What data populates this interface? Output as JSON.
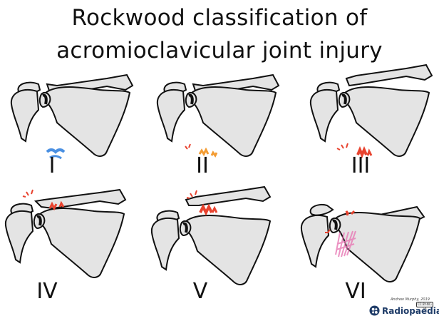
{
  "title": {
    "line1": "Rockwood classification of",
    "line2": "acromioclavicular joint injury"
  },
  "grades": [
    {
      "label": "I",
      "injury_color": "#4a90e2"
    },
    {
      "label": "II",
      "injury_color": "#f39c33"
    },
    {
      "label": "III",
      "injury_color": "#e8432f"
    },
    {
      "label": "IV",
      "injury_color": "#e8432f"
    },
    {
      "label": "V",
      "injury_color": "#e8432f"
    },
    {
      "label": "VI",
      "injury_color": "#e8432f"
    }
  ],
  "extra_color_grade6": "#e879b5",
  "bone_fill": "#e4e4e4",
  "credit": "Andrew Murphy, 2019",
  "license": "CC BY-NC-SA",
  "brand": "Radiopaedia"
}
